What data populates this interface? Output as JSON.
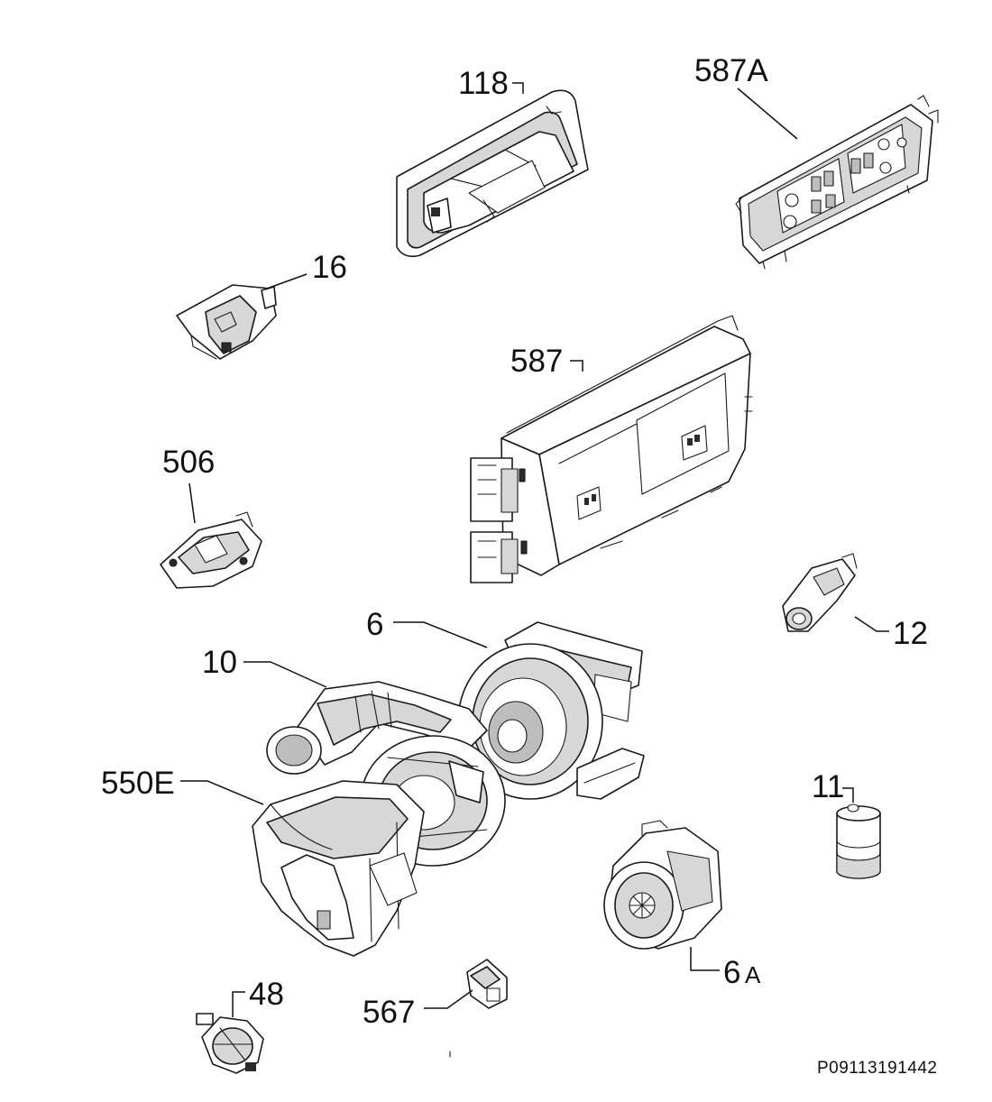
{
  "callouts": {
    "c118": "118",
    "c587A": "587A",
    "c16": "16",
    "c587": "587",
    "c506": "506",
    "c6": "6",
    "c12": "12",
    "c10": "10",
    "c550E": "550E",
    "c11": "11",
    "c6A_num": "6",
    "c6A_suffix": "A",
    "c48": "48",
    "c567": "567"
  },
  "drawing_code": "P09113191442"
}
